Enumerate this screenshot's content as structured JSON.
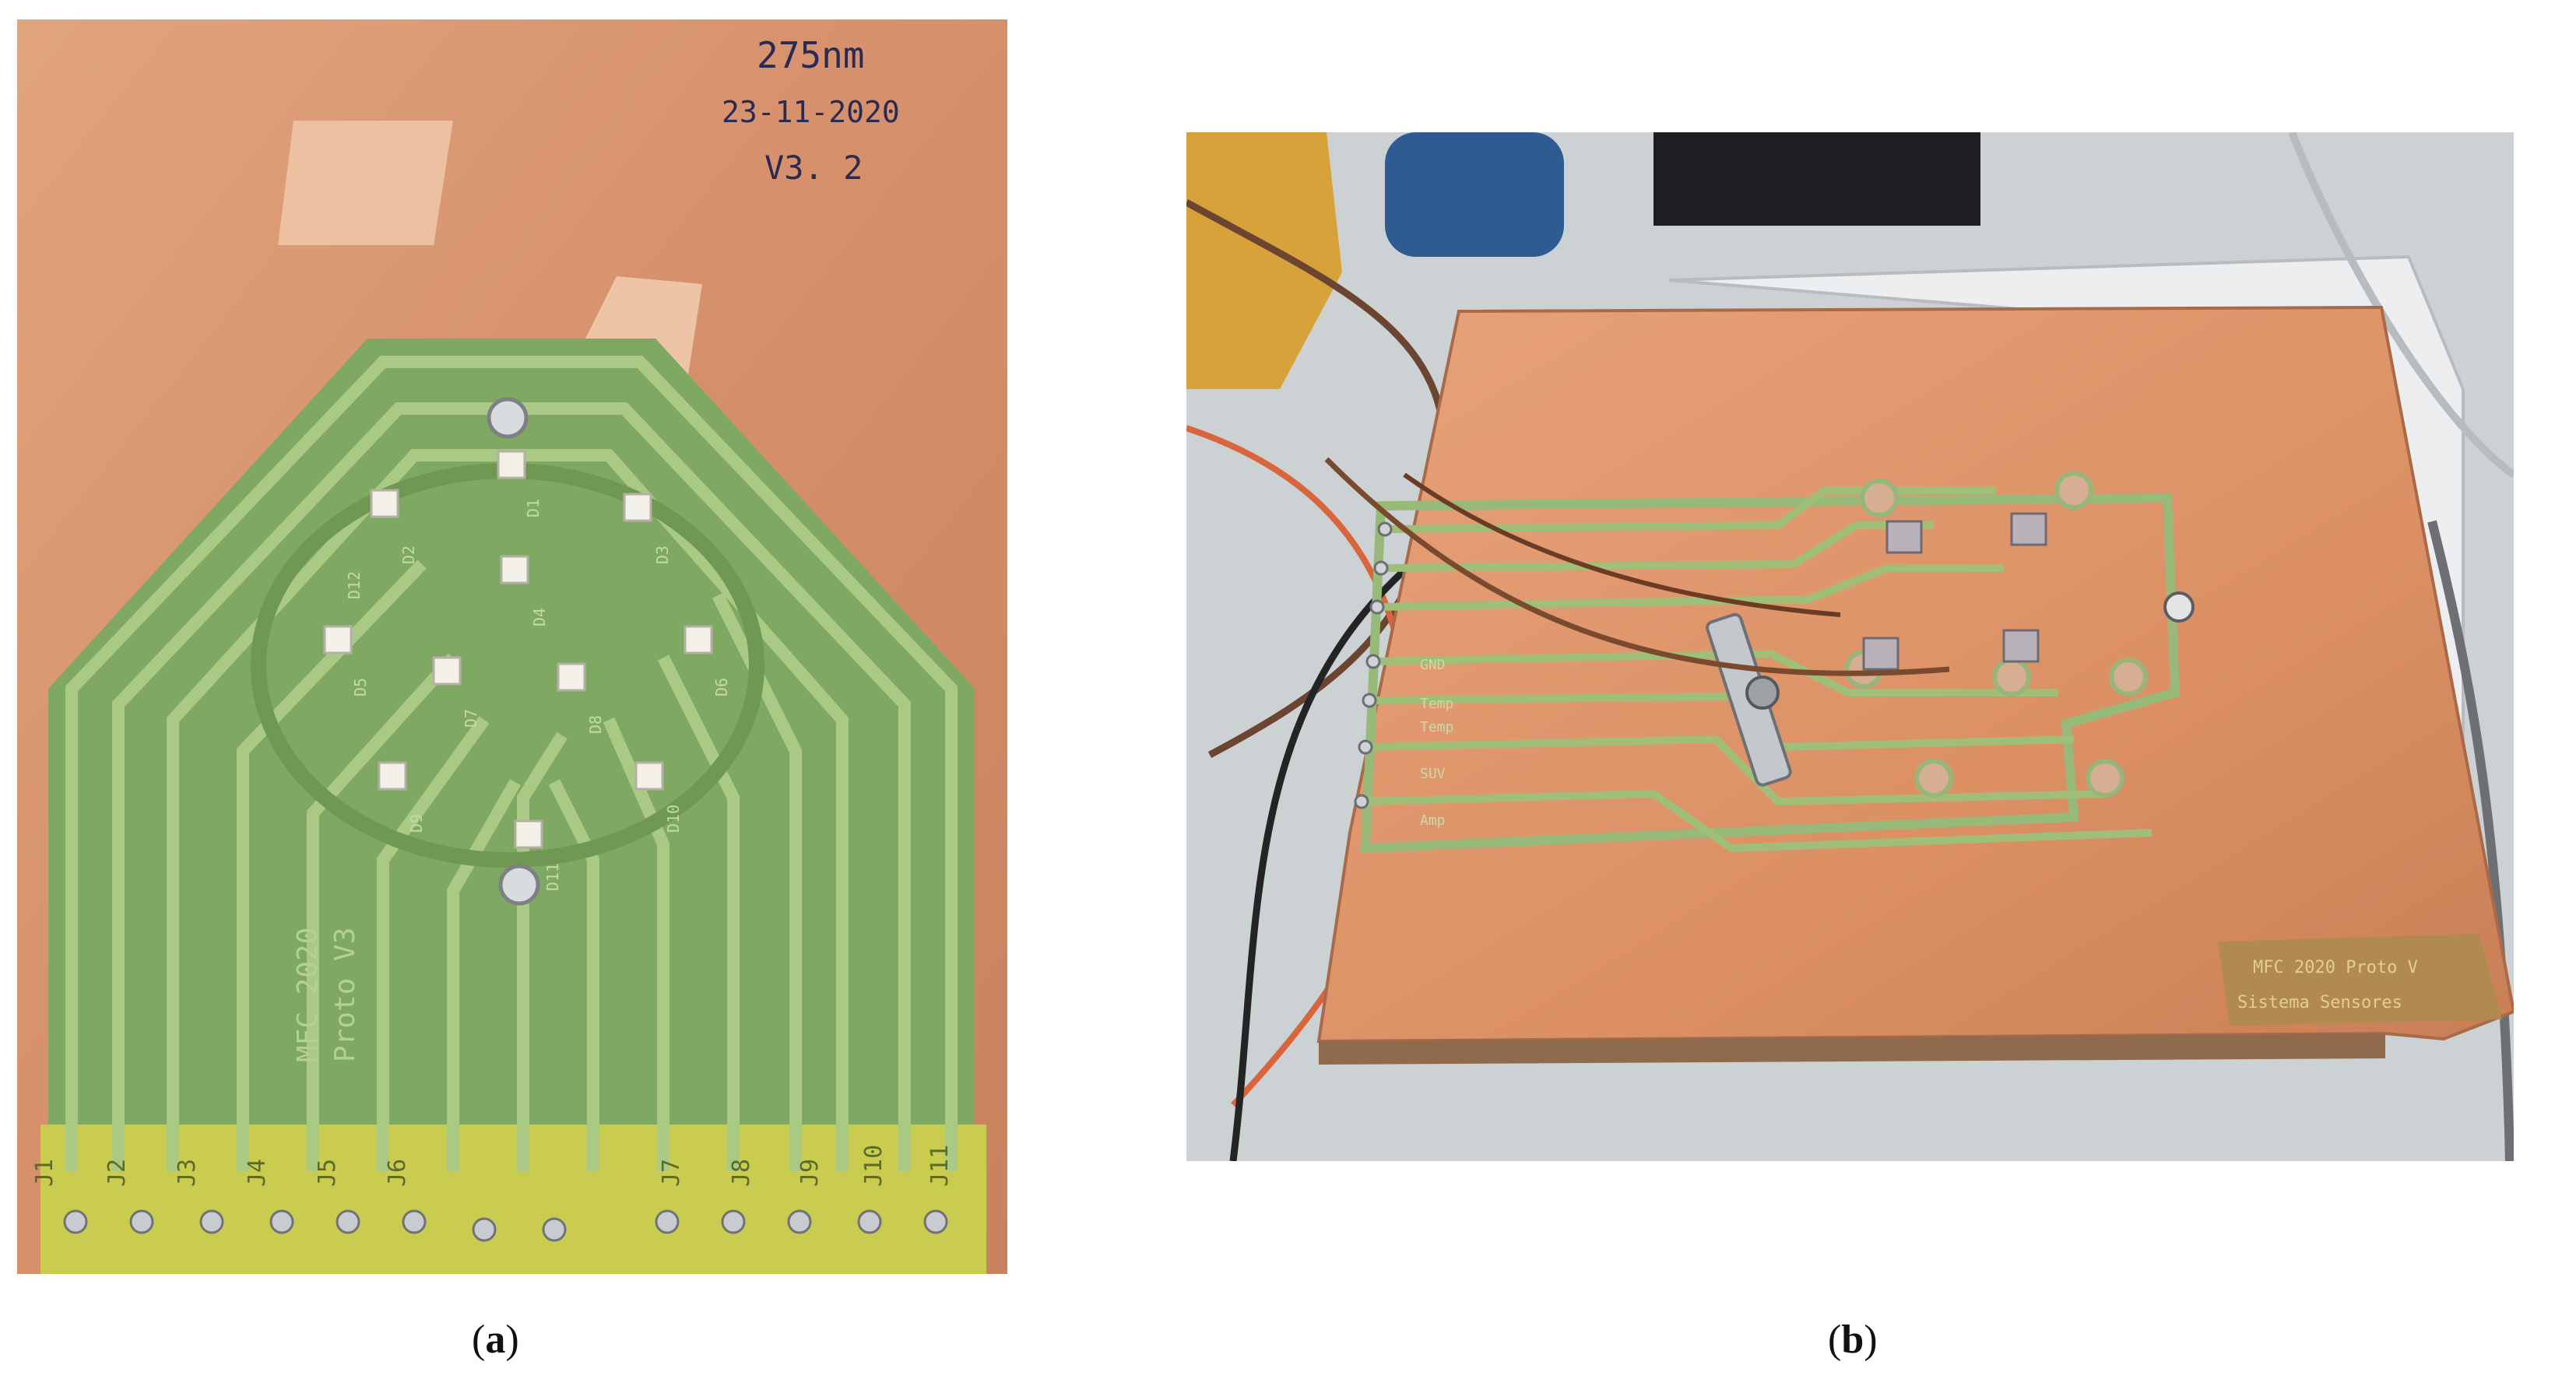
{
  "panel_a": {
    "handwriting": [
      "275nm",
      "23-11-2020",
      "V3. 2"
    ],
    "silkscreen_title": [
      "MFC 2020",
      "Proto V3"
    ],
    "led_labels": [
      "D1",
      "D2",
      "D3",
      "D4",
      "D5",
      "D6",
      "D7",
      "D8",
      "D9",
      "D10",
      "D11",
      "D12"
    ],
    "connector_labels": [
      "J1",
      "J2",
      "J3",
      "J4",
      "J5",
      "J6",
      "J7",
      "J8",
      "J9",
      "J10",
      "J11"
    ]
  },
  "panel_b": {
    "silkscreen_title": [
      "MFC 2020 Proto V",
      "Sistema Sensores"
    ],
    "trace_labels": [
      "GND",
      "Temp",
      "Temp",
      "SUV",
      "Amp"
    ]
  },
  "captions": {
    "a": {
      "open": "(",
      "letter": "a",
      "close": ")"
    },
    "b": {
      "open": "(",
      "letter": "b",
      "close": ")"
    }
  },
  "colors": {
    "copper": "#d7906c",
    "copper_light": "#e3a783",
    "solder_mask": "#7fa862",
    "trace": "#9fbf79",
    "bench": "#cdd2d4"
  }
}
